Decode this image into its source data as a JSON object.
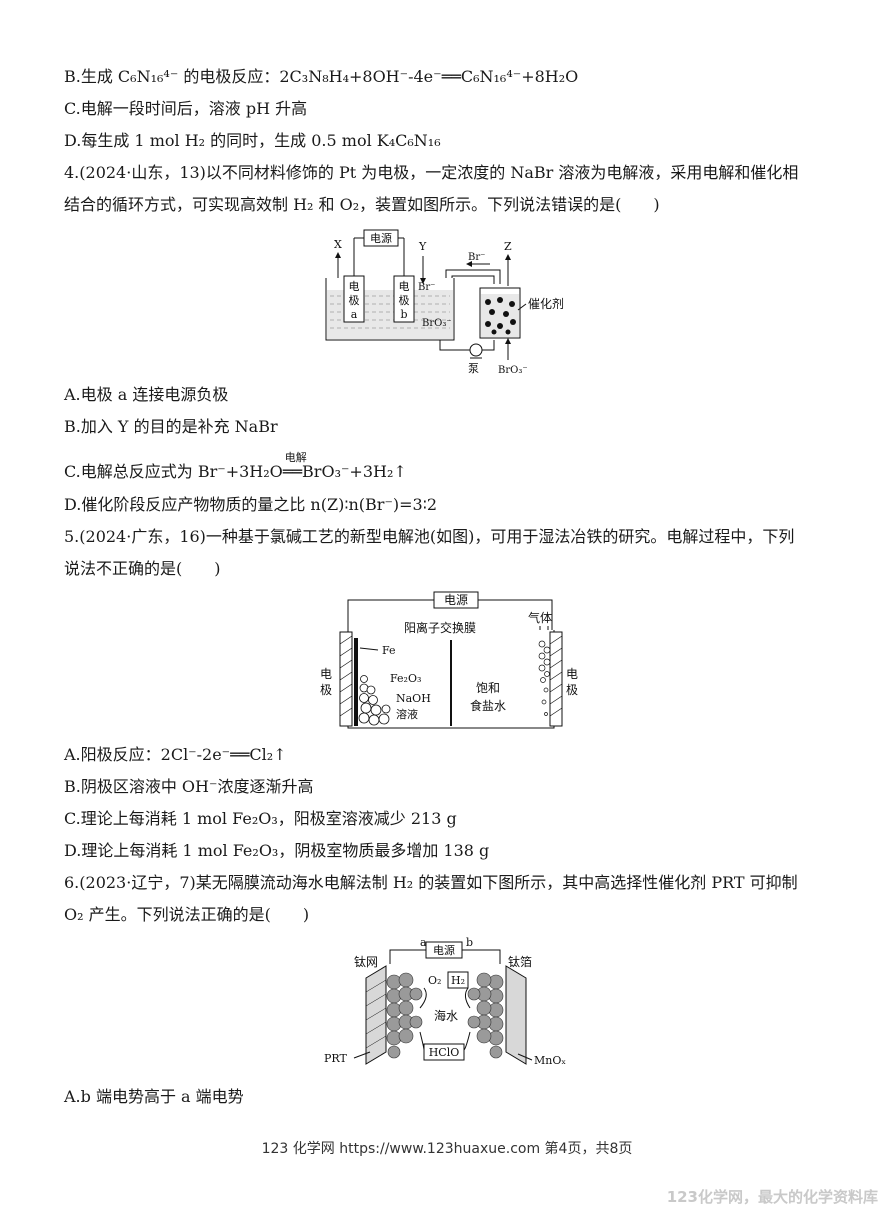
{
  "q3": {
    "optB": "B.生成 C₆N₁₆⁴⁻ 的电极反应：2C₃N₈H₄+8OH⁻-4e⁻══C₆N₁₆⁴⁻+8H₂O",
    "optC": "C.电解一段时间后，溶液 pH 升高",
    "optD": "D.每生成 1 mol H₂ 的同时，生成 0.5 mol K₄C₆N₁₆"
  },
  "q4": {
    "stem1": "4.(2024·山东，13)以不同材料修饰的 Pt 为电极，一定浓度的 NaBr 溶液为电解液，采用电解和催化相",
    "stem2": "结合的循环方式，可实现高效制 H₂ 和 O₂，装置如图所示。下列说法错误的是(　　)",
    "fig": {
      "power": "电源",
      "x": "X",
      "y": "Y",
      "z": "Z",
      "br_top": "Br⁻",
      "br_near_b": "Br⁻",
      "bro3_inner": "BrO₃⁻",
      "electrode_a": [
        "电",
        "极",
        "a"
      ],
      "electrode_b": [
        "电",
        "极",
        "b"
      ],
      "catalyst": "催化剂",
      "pump": "泵",
      "bro3_bottom": "BrO₃⁻"
    },
    "optA": "A.电极 a 连接电源负极",
    "optB": "B.加入 Y 的目的是补充 NaBr",
    "optC_pre": "C.电解总反应式为 Br⁻+3H₂O",
    "optC_cond": "电解",
    "optC_post": "BrO₃⁻+3H₂↑",
    "optD": "D.催化阶段反应产物物质的量之比 n(Z)∶n(Br⁻)=3∶2"
  },
  "q5": {
    "stem1": "5.(2024·广东，16)一种基于氯碱工艺的新型电解池(如图)，可用于湿法冶铁的研究。电解过程中，下列",
    "stem2": "说法不正确的是(　　)",
    "fig": {
      "power": "电源",
      "membrane": "阳离子交换膜",
      "gas": "气体",
      "fe": "Fe",
      "fe2o3": "Fe₂O₃",
      "naoh1": "NaOH",
      "naoh2": "溶液",
      "brine1": "饱和",
      "brine2": "食盐水",
      "left_electrode": [
        "电",
        "极"
      ],
      "right_electrode": [
        "电",
        "极"
      ]
    },
    "optA": "A.阳极反应：2Cl⁻-2e⁻══Cl₂↑",
    "optB": "B.阴极区溶液中 OH⁻浓度逐渐升高",
    "optC": "C.理论上每消耗 1 mol Fe₂O₃，阳极室溶液减少 213 g",
    "optD": "D.理论上每消耗 1 mol Fe₂O₃，阴极室物质最多增加 138 g"
  },
  "q6": {
    "stem1": "6.(2023·辽宁，7)某无隔膜流动海水电解法制 H₂ 的装置如下图所示，其中高选择性催化剂 PRT 可抑制",
    "stem2": "O₂ 产生。下列说法正确的是(　　)",
    "fig": {
      "a": "a",
      "b": "b",
      "power": "电源",
      "ti_mesh": "钛网",
      "ti_foil": "钛箔",
      "o2": "O₂",
      "h2": "H₂",
      "seawater": "海水",
      "hclo": "HClO",
      "prt": "PRT",
      "mnox": "MnOₓ"
    },
    "optA": "A.b 端电势高于 a 端电势"
  },
  "footer": "123 化学网 https://www.123huaxue.com 第4页，共8页",
  "watermark": "123化学网，最大的化学资料库"
}
